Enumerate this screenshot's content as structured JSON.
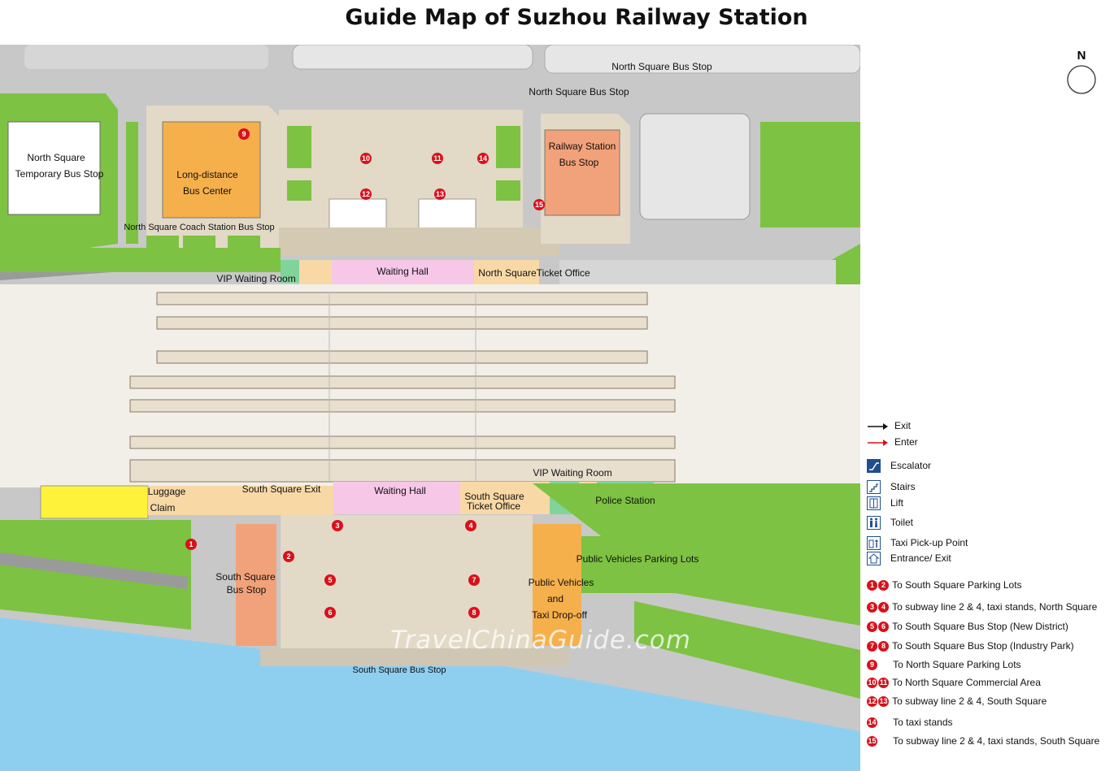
{
  "title": "Guide Map of Suzhou Railway Station",
  "watermark": "TravelChinaGuide.com",
  "compass_label": "N",
  "colors": {
    "grass": "#7dc242",
    "road": "#c8c8c8",
    "plaza": "#e2d9c7",
    "water": "#8ecff0",
    "waiting_hall": "#f7c7e8",
    "orange_area": "#f5b04c",
    "salmon_area": "#f2a27a",
    "peach_area": "#f8d9a6",
    "green_block": "#80d39b",
    "yellow_block": "#fff23a",
    "platform": "#e8dfcf",
    "icon_blue": "#1f4f8f",
    "marker_red": "#d8111b"
  },
  "labels": {
    "north_temp_bus_l1": "North Square",
    "north_temp_bus_l2": "Temporary Bus Stop",
    "long_distance_l1": "Long-distance",
    "long_distance_l2": "Bus Center",
    "north_coach_stop": "North Square Coach Station Bus Stop",
    "north_bus_stop_1": "North Square Bus Stop",
    "north_bus_stop_2": "North Square Bus Stop",
    "railway_bus_l1": "Railway Station",
    "railway_bus_l2": "Bus Stop",
    "vip_north": "VIP Waiting Room",
    "waiting_hall_north": "Waiting Hall",
    "north_ticket": "North SquareTicket Office",
    "vip_south": "VIP Waiting Room",
    "luggage_l1": "Luggage",
    "luggage_l2": "Claim",
    "south_exit": "South Square Exit",
    "waiting_hall_south": "Waiting Hall",
    "south_ticket_l1": "South Square",
    "south_ticket_l2": "Ticket Office",
    "police": "Police Station",
    "public_parking": "Public Vehicles Parking Lots",
    "public_dropoff_l1": "Public Vehicles",
    "public_dropoff_l2": "and",
    "public_dropoff_l3": "Taxi Drop-off",
    "south_bus_l1": "South Square",
    "south_bus_l2": "Bus Stop",
    "south_square_bus_stop": "South Square Bus Stop"
  },
  "markers": [
    "1",
    "2",
    "3",
    "4",
    "5",
    "6",
    "7",
    "8",
    "9",
    "10",
    "11",
    "12",
    "13",
    "14",
    "15"
  ],
  "legend": {
    "exit": "Exit",
    "enter": "Enter",
    "escalator": "Escalator",
    "stairs": "Stairs",
    "lift": "Lift",
    "toilet": "Toilet",
    "taxi": "Taxi Pick-up Point",
    "entrance": "Entrance/ Exit",
    "routes": [
      {
        "nums": [
          "1",
          "2"
        ],
        "text": "To South Square Parking Lots"
      },
      {
        "nums": [
          "3",
          "4"
        ],
        "text": "To subway line 2 & 4, taxi stands, North Square"
      },
      {
        "nums": [
          "5",
          "6"
        ],
        "text": "To South Square Bus Stop (New District)"
      },
      {
        "nums": [
          "7",
          "8"
        ],
        "text": "To South Square Bus Stop (Industry Park)"
      },
      {
        "nums": [
          "9"
        ],
        "text": "To North Square Parking Lots"
      },
      {
        "nums": [
          "10",
          "11"
        ],
        "text": "To North Square Commercial Area"
      },
      {
        "nums": [
          "12",
          "13"
        ],
        "text": "To subway line 2 & 4, South Square"
      },
      {
        "nums": [
          "14"
        ],
        "text": "To taxi stands"
      },
      {
        "nums": [
          "15"
        ],
        "text": "To subway line 2 & 4, taxi stands, South Square"
      }
    ]
  }
}
